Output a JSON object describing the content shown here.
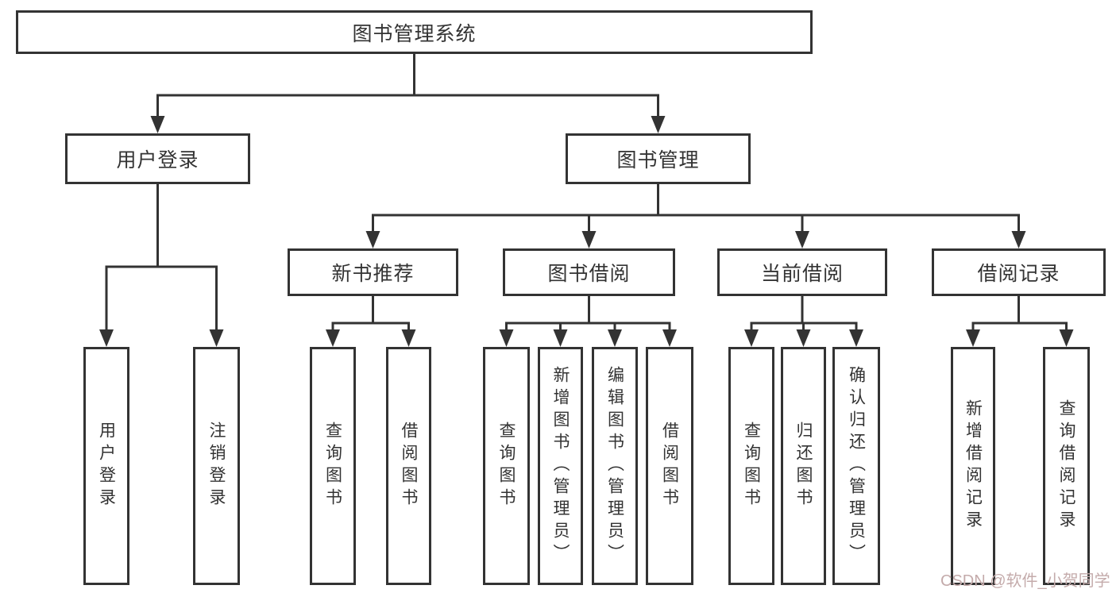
{
  "diagram_title": "图书管理系统",
  "tree": {
    "label": "图书管理系统",
    "children": [
      {
        "label": "用户登录",
        "children": [
          {
            "label": "用户登录"
          },
          {
            "label": "注销登录"
          }
        ]
      },
      {
        "label": "图书管理",
        "children": [
          {
            "label": "新书推荐",
            "children": [
              {
                "label": "查询图书"
              },
              {
                "label": "借阅图书"
              }
            ]
          },
          {
            "label": "图书借阅",
            "children": [
              {
                "label": "查询图书"
              },
              {
                "label": "新增图书（管理员）"
              },
              {
                "label": "编辑图书（管理员）"
              },
              {
                "label": "借阅图书"
              }
            ]
          },
          {
            "label": "当前借阅",
            "children": [
              {
                "label": "查询图书"
              },
              {
                "label": "归还图书"
              },
              {
                "label": "确认归还（管理员）"
              }
            ]
          },
          {
            "label": "借阅记录",
            "children": [
              {
                "label": "新增借阅记录"
              },
              {
                "label": "查询借阅记录"
              }
            ]
          }
        ]
      }
    ]
  },
  "watermark": {
    "text": "CSDN @软件_小贺同学"
  },
  "colors": {
    "line": "#333333",
    "box_border": "#333333",
    "text": "#333333",
    "watermark_text": "#c4abab",
    "background": "#ffffff"
  }
}
